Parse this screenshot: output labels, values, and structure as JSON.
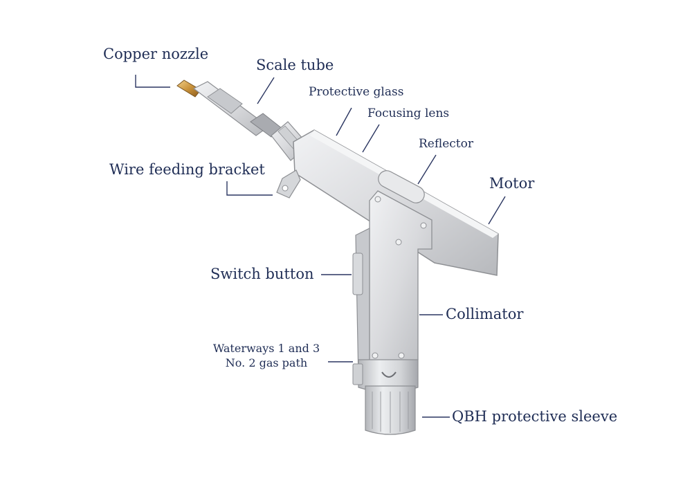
{
  "labels": {
    "copper_nozzle": "Copper nozzle",
    "scale_tube": "Scale tube",
    "protective_glass": "Protective glass",
    "focusing_lens": "Focusing lens",
    "reflector": "Reflector",
    "wire_feeding_bracket": "Wire feeding bracket",
    "motor": "Motor",
    "switch_button": "Switch button",
    "collimator": "Collimator",
    "waterways_line1": "Waterways 1 and 3",
    "waterways_line2": "No. 2 gas path",
    "qbh_sleeve": "QBH protective sleeve"
  },
  "colors": {
    "label_text": "#1f2d55",
    "leader_line": "#2a3560",
    "body_metal": "#d9dadd",
    "body_shadow": "#a9abb0",
    "nozzle_copper": "#c9923a"
  }
}
